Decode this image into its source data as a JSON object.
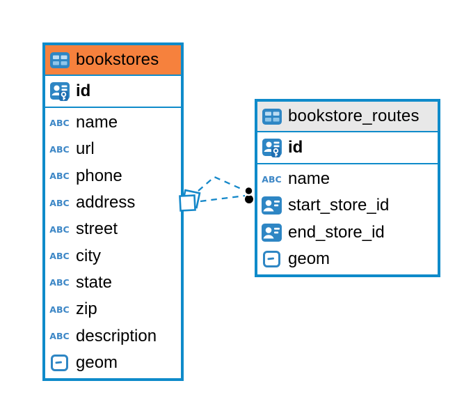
{
  "diagram": {
    "background": "#ffffff"
  },
  "colors": {
    "table_border": "#0f8bca",
    "row_divider": "#0f8bca",
    "relation_line": "#1588c9",
    "endpoint_dot": "#000000",
    "icon_blue": "#2e86c4",
    "text": "#000000"
  },
  "icons": {
    "text_type_glyph": "ABC"
  },
  "tables": [
    {
      "id": "bookstores",
      "title": "bookstores",
      "header_bg": "#f6813d",
      "primary_key": {
        "label": "id",
        "icon": "primary-key-icon"
      },
      "columns": [
        {
          "label": "name",
          "icon": "text-type-icon"
        },
        {
          "label": "url",
          "icon": "text-type-icon"
        },
        {
          "label": "phone",
          "icon": "text-type-icon"
        },
        {
          "label": "address",
          "icon": "text-type-icon"
        },
        {
          "label": "street",
          "icon": "text-type-icon"
        },
        {
          "label": "city",
          "icon": "text-type-icon"
        },
        {
          "label": "state",
          "icon": "text-type-icon"
        },
        {
          "label": "zip",
          "icon": "text-type-icon"
        },
        {
          "label": "description",
          "icon": "text-type-icon"
        },
        {
          "label": "geom",
          "icon": "geometry-type-icon"
        }
      ]
    },
    {
      "id": "bookstore_routes",
      "title": "bookstore_routes",
      "header_bg": "#e8e8e8",
      "primary_key": {
        "label": "id",
        "icon": "primary-key-icon"
      },
      "columns": [
        {
          "label": "name",
          "icon": "text-type-icon"
        },
        {
          "label": "start_store_id",
          "icon": "foreign-key-icon"
        },
        {
          "label": "end_store_id",
          "icon": "foreign-key-icon"
        },
        {
          "label": "geom",
          "icon": "geometry-type-icon"
        }
      ]
    }
  ],
  "relationship": {
    "from_table": "bookstore_routes",
    "to_table": "bookstores",
    "line_style": "dashed"
  }
}
